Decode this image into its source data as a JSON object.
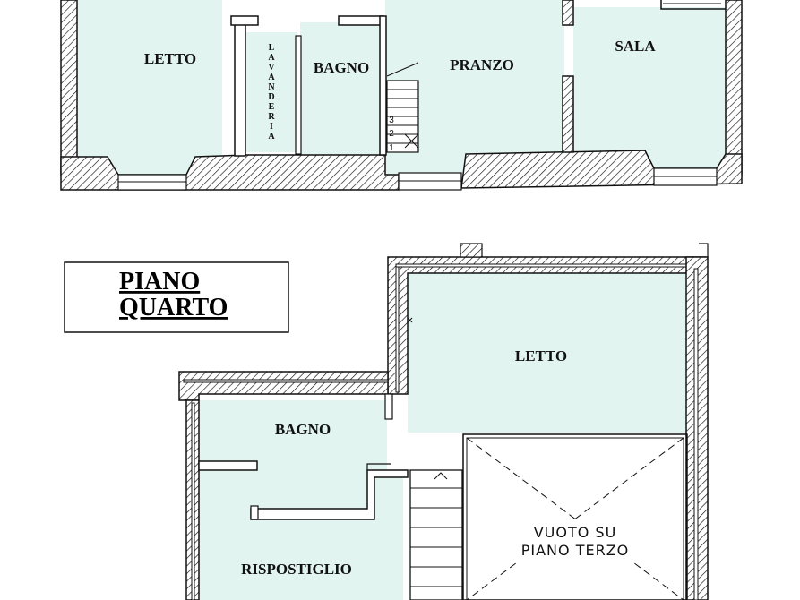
{
  "plan": {
    "upper_floor": {
      "rooms": {
        "letto": "LETTO",
        "lavanderia": [
          "L",
          "A",
          "V",
          "A",
          "N",
          "D",
          "E",
          "R",
          "I",
          "A"
        ],
        "bagno": "BAGNO",
        "pranzo": "PRANZO",
        "sala": "SALA"
      },
      "stair_numbers": [
        "3",
        "2",
        "1"
      ]
    },
    "title_box": {
      "line1": "PIANO",
      "line2": "QUARTO"
    },
    "fourth_floor": {
      "rooms": {
        "letto": "LETTO",
        "bagno": "BAGNO",
        "ripostiglio": "RISPOSTIGLIO"
      },
      "void": {
        "line1": "VUOTO SU",
        "line2": "PIANO TERZO"
      }
    },
    "colors": {
      "room_fill": "#e2f4ef",
      "wall": "#111111",
      "background": "#ffffff"
    }
  }
}
